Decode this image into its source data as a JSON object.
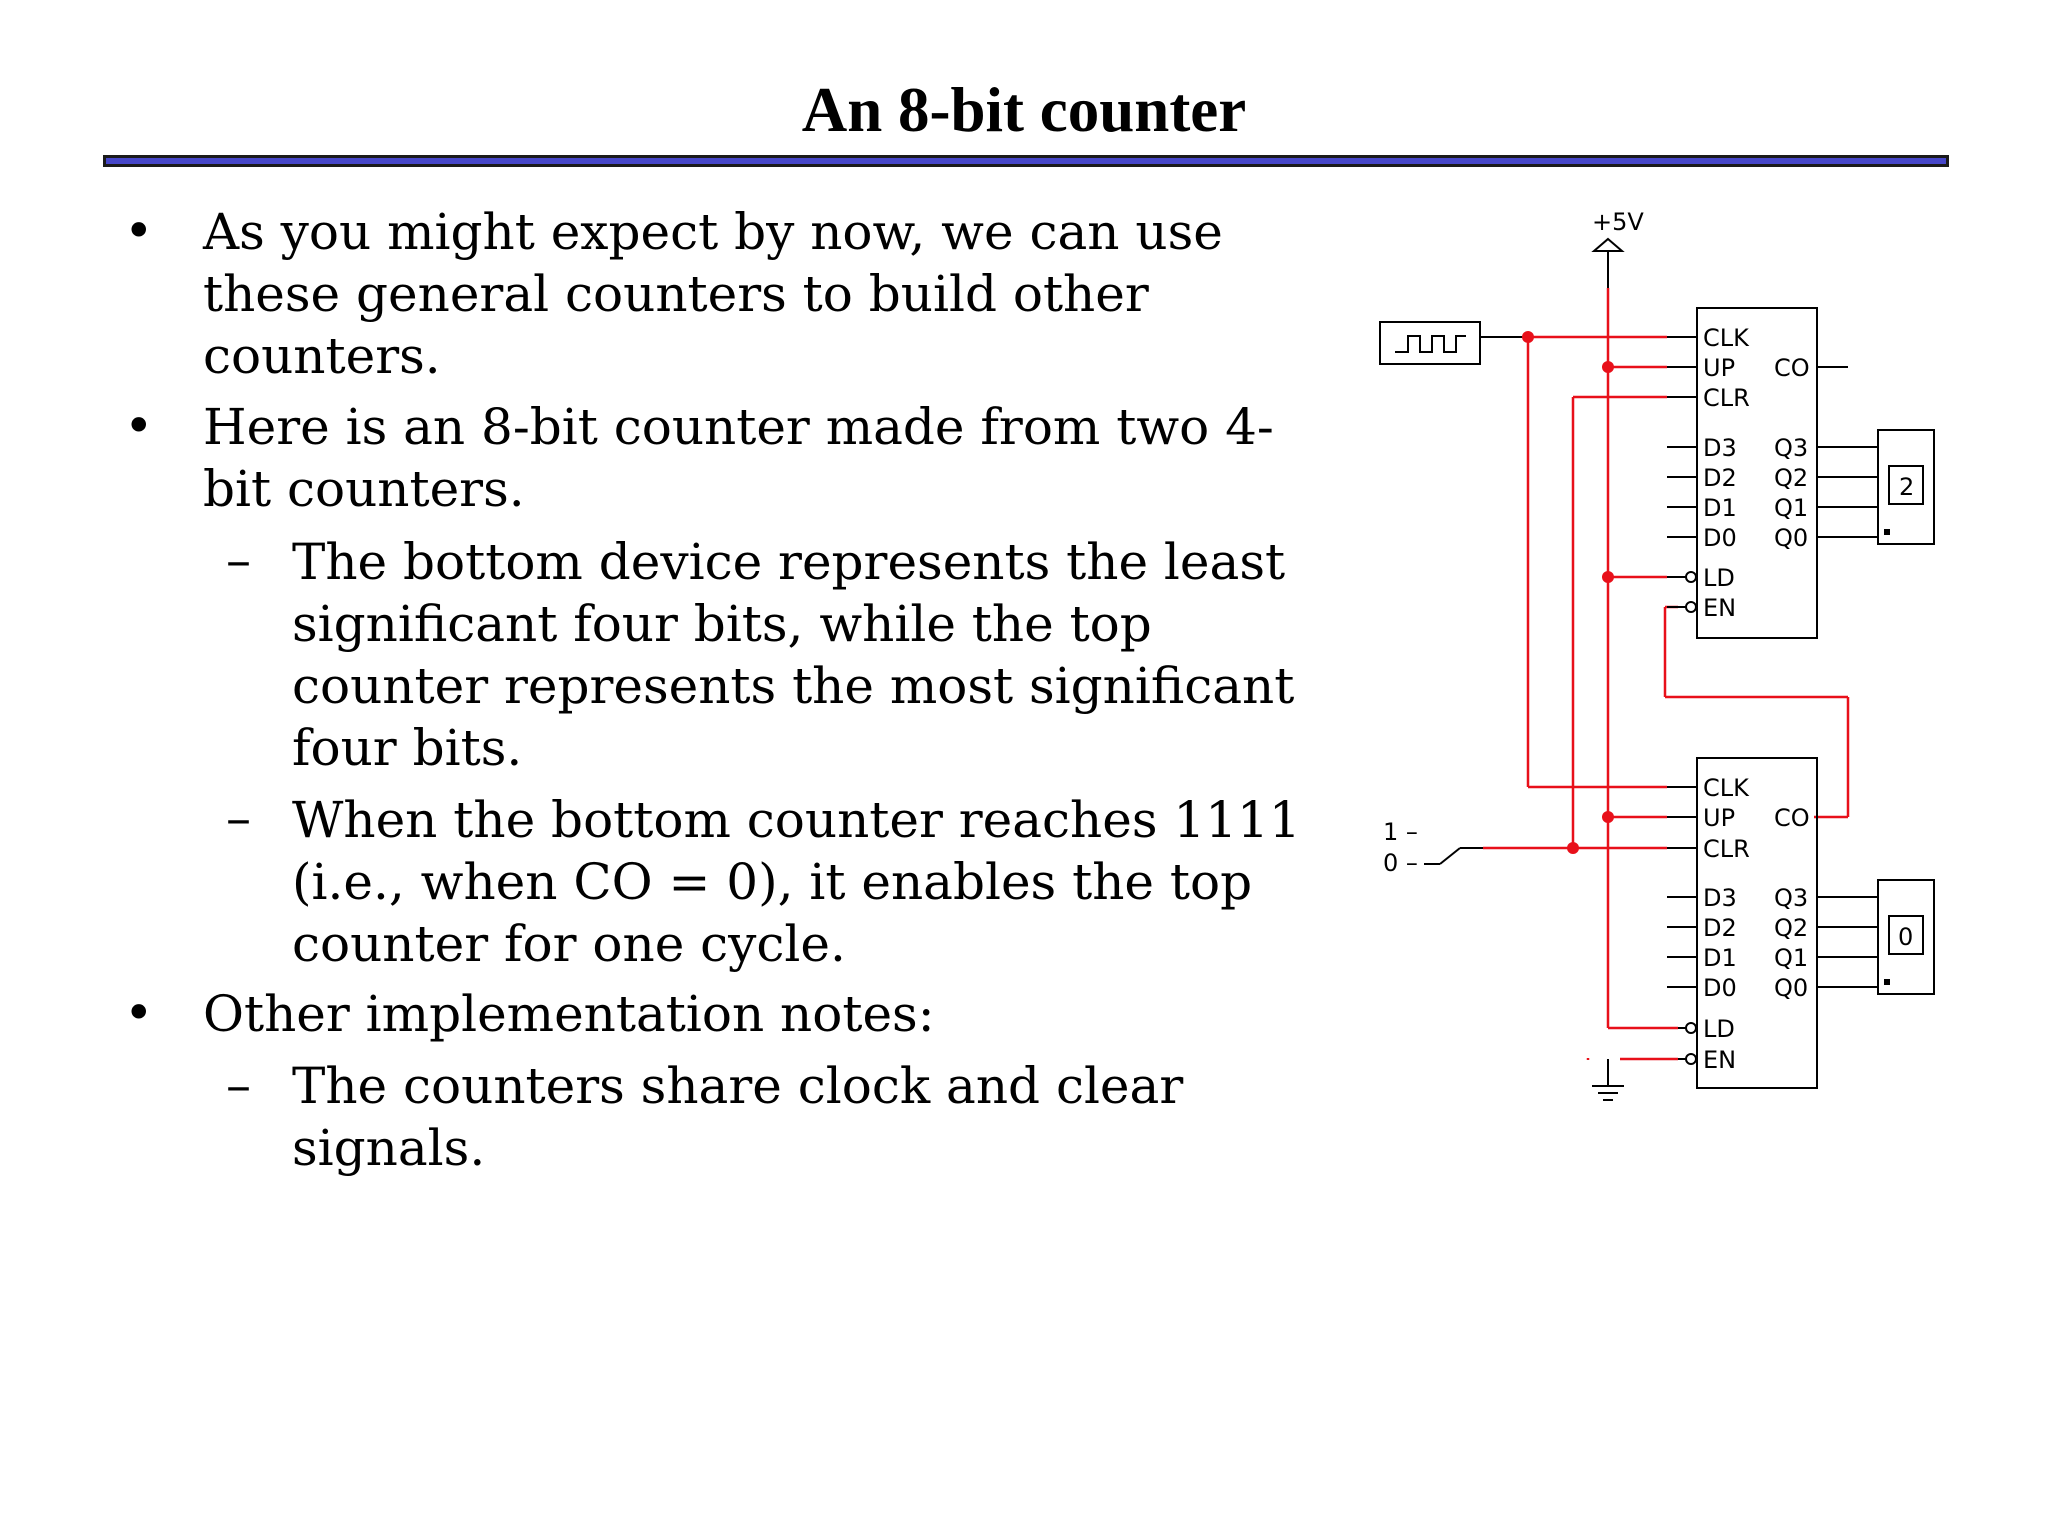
{
  "slide": {
    "title": "An 8-bit counter",
    "items": [
      {
        "level": 1,
        "text": "As you might expect by now, we can use these general counters to build other counters."
      },
      {
        "level": 1,
        "text": "Here is an 8-bit counter made from two 4-bit counters."
      },
      {
        "level": 2,
        "text": "The bottom device represents the least significant four bits, while the top counter represents the most significant four bits."
      },
      {
        "level": 2,
        "text": "When the bottom counter reaches 1111 (i.e., when CO = 0), it enables the top counter for one cycle."
      },
      {
        "level": 1,
        "text": "Other implementation notes:"
      },
      {
        "level": 2,
        "text": "The counters share clock and clear signals."
      }
    ],
    "bullet_glyph": "•",
    "dash_glyph": "–"
  },
  "diagram": {
    "supply_label": "+5V",
    "switch_high": "1 –",
    "switch_low": "0 –",
    "pin_labels": [
      "CLK",
      "UP",
      "CLR",
      "D3",
      "D2",
      "D1",
      "D0",
      "LD",
      "EN"
    ],
    "out_labels": [
      "CO",
      "Q3",
      "Q2",
      "Q1",
      "Q0"
    ],
    "top_display": "2",
    "bottom_display": "0",
    "wire_color": "#e8101a",
    "title_rule_color": "#4646c8"
  }
}
